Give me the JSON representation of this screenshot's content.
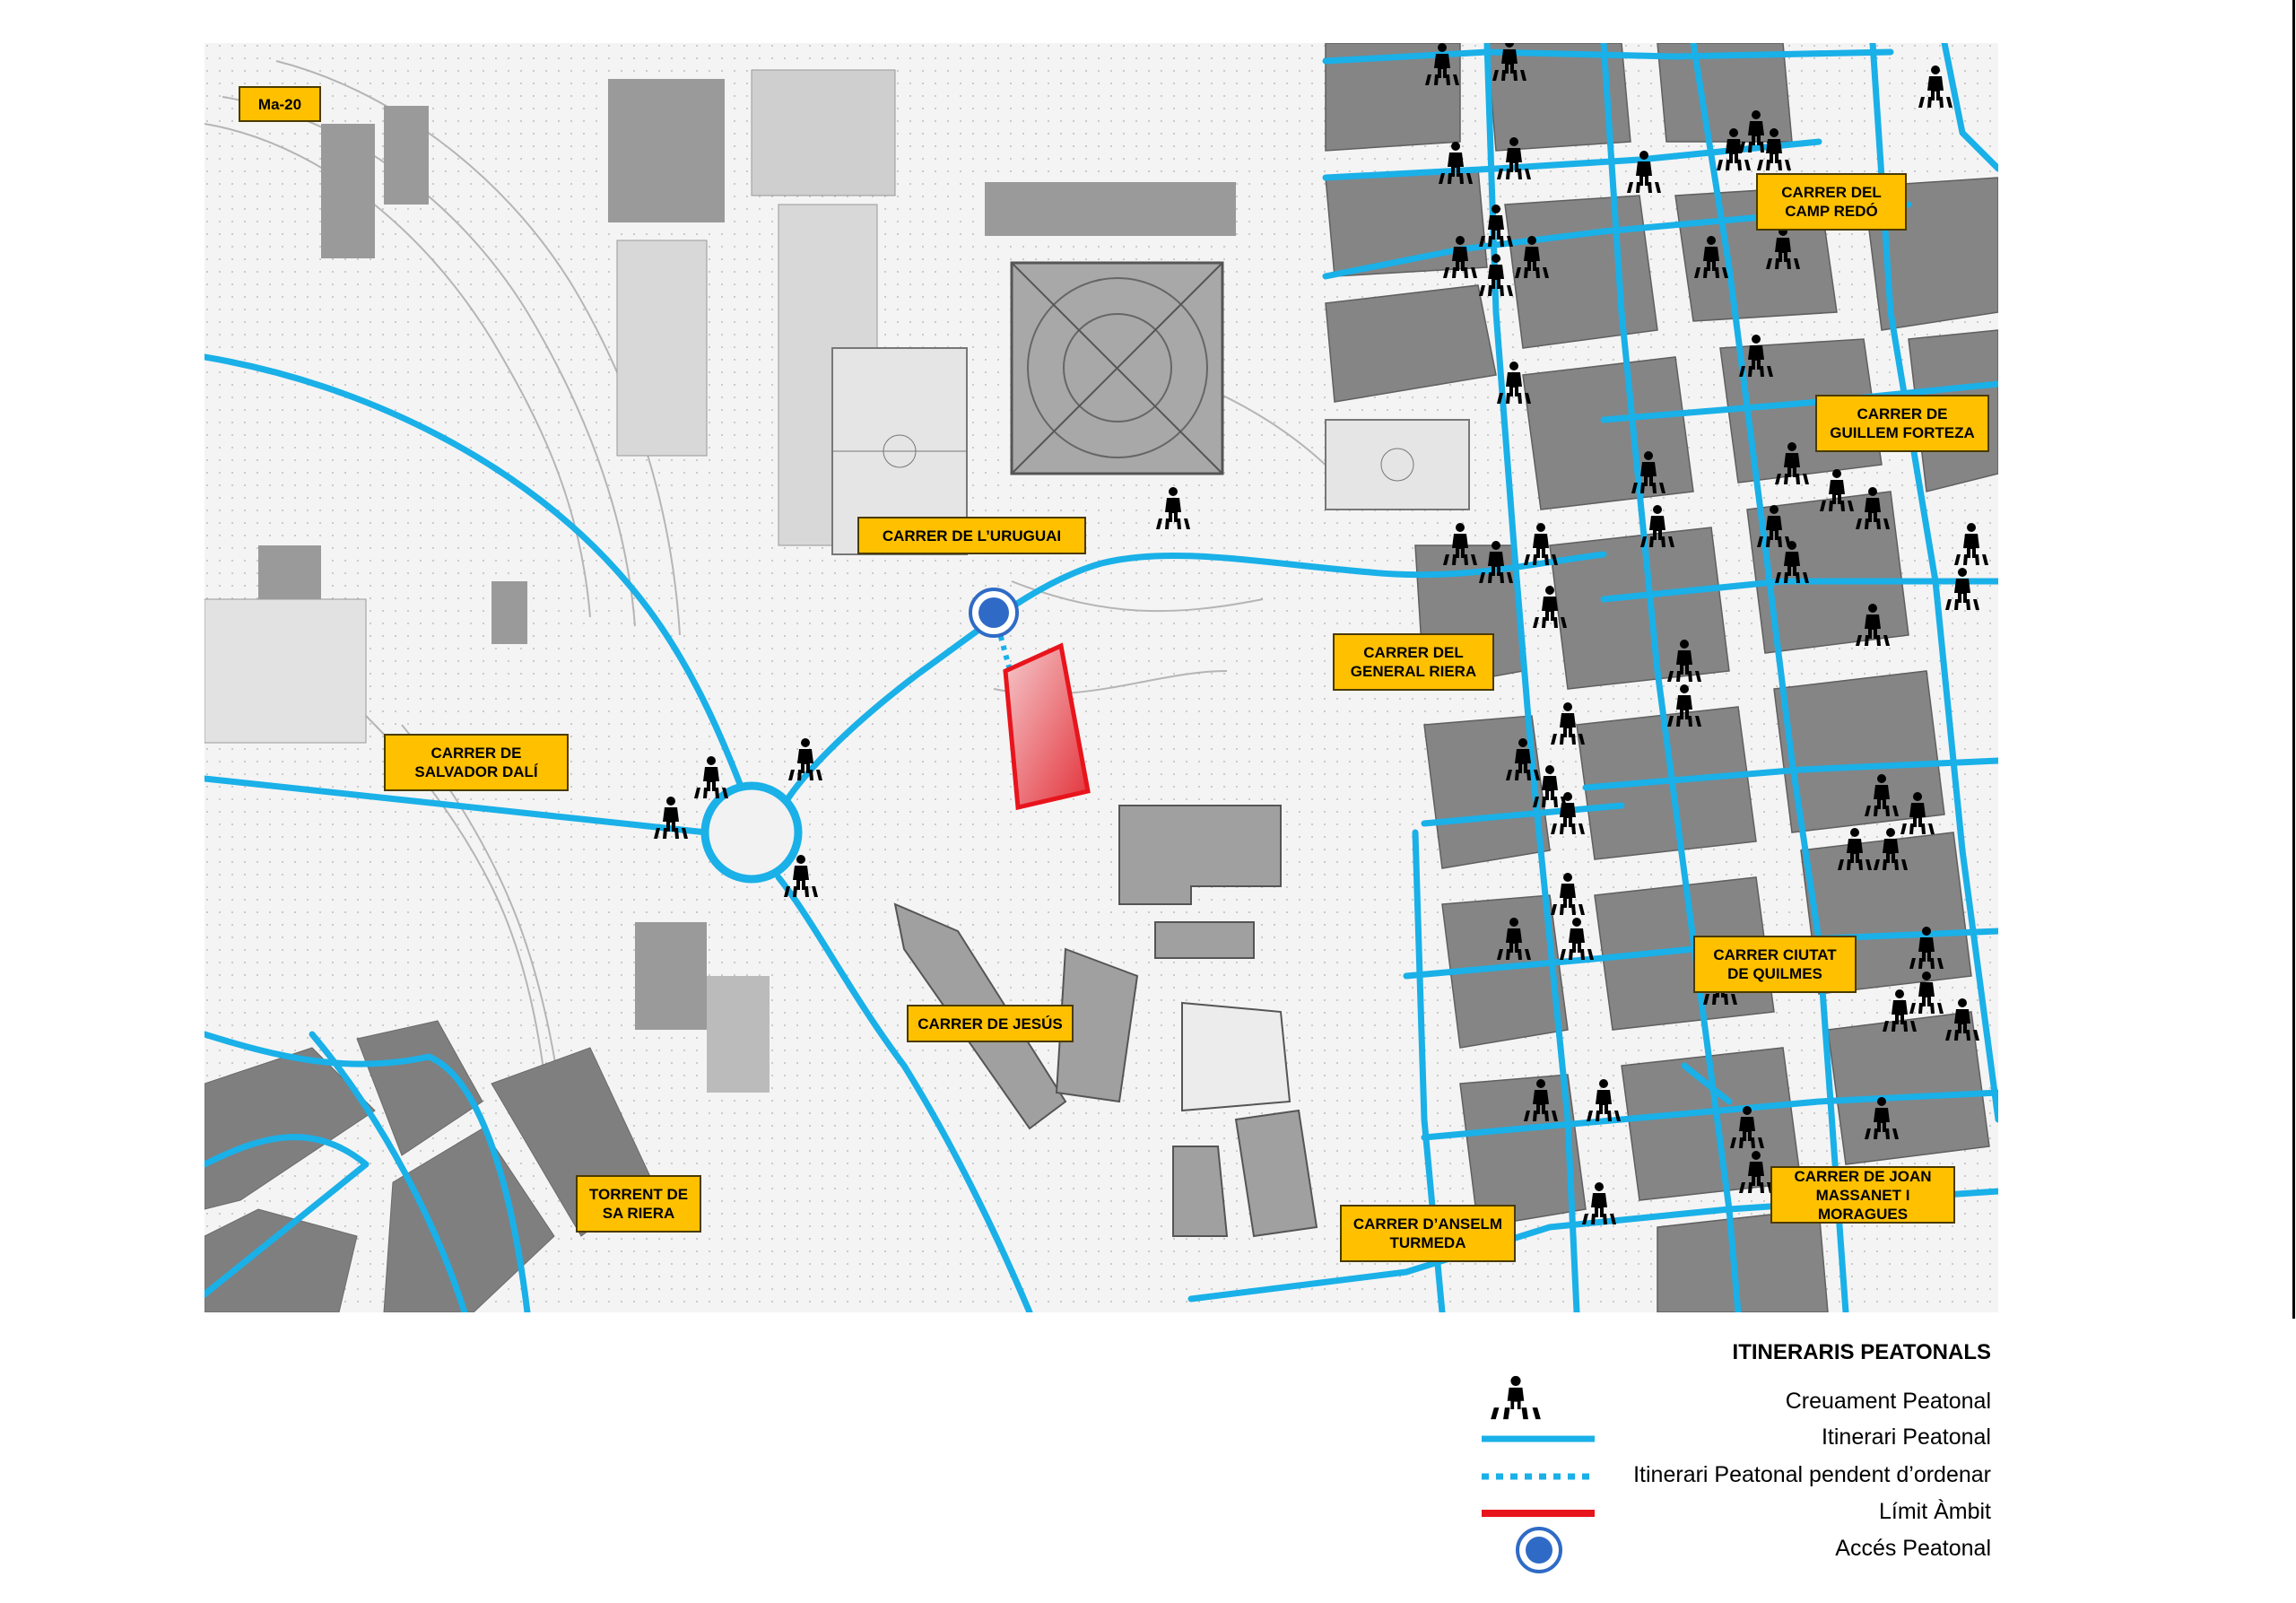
{
  "map": {
    "street_labels": [
      {
        "id": "ma20",
        "text": "Ma-20"
      },
      {
        "id": "uruguai",
        "text": "CARRER DE L’URUGUAI"
      },
      {
        "id": "camp-redo",
        "text": "CARRER DEL\nCAMP REDÓ"
      },
      {
        "id": "guillem-forteza",
        "text": "CARRER DE\nGUILLEM FORTEZA"
      },
      {
        "id": "general-riera",
        "text": "CARRER DEL\nGENERAL RIERA"
      },
      {
        "id": "salvador-dali",
        "text": "CARRER DE\nSALVADOR DALÍ"
      },
      {
        "id": "ciutat-quilmes",
        "text": "CARRER CIUTAT\nDE QUILMES"
      },
      {
        "id": "jesus",
        "text": "CARRER DE JESÚS"
      },
      {
        "id": "joan-massanet",
        "text": "CARRER DE JOAN\nMASSANET I MORAGUES"
      },
      {
        "id": "anselm-turmeda",
        "text": "CARRER D’ANSELM\nTURMEDA"
      },
      {
        "id": "torrent-sa-riera",
        "text": "TORRENT DE\nSA RIERA"
      }
    ],
    "colors": {
      "itinerary": "#1ab0e8",
      "limit": "#e8141c",
      "access": "#2f6bc6",
      "label_bg": "#ffc000",
      "block": "#8a8a8a",
      "base": "#f2f2f2"
    }
  },
  "legend": {
    "title": "ITINERARIS PEATONALS",
    "items": [
      {
        "symbol": "crossing-icon",
        "label": "Creuament Peatonal"
      },
      {
        "symbol": "solid-line",
        "label": "Itinerari Peatonal"
      },
      {
        "symbol": "dotted-line",
        "label": "Itinerari Peatonal pendent d’ordenar"
      },
      {
        "symbol": "red-line",
        "label": "Límit Àmbit"
      },
      {
        "symbol": "access-circle",
        "label": "Accés Peatonal"
      }
    ]
  }
}
